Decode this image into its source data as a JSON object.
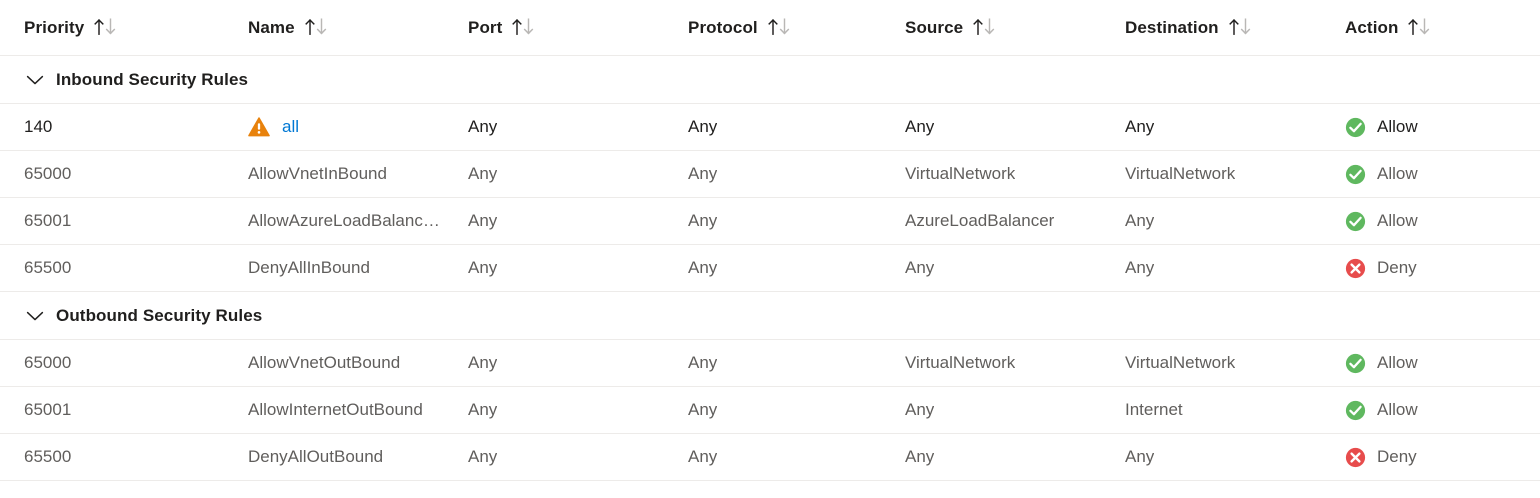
{
  "table": {
    "columns": [
      {
        "key": "priority",
        "label": "Priority",
        "sort_icon": "sort-updown-icon"
      },
      {
        "key": "name",
        "label": "Name",
        "sort_icon": "sort-updown-icon"
      },
      {
        "key": "port",
        "label": "Port",
        "sort_icon": "sort-updown-icon"
      },
      {
        "key": "protocol",
        "label": "Protocol",
        "sort_icon": "sort-updown-icon"
      },
      {
        "key": "source",
        "label": "Source",
        "sort_icon": "sort-updown-icon"
      },
      {
        "key": "destination",
        "label": "Destination",
        "sort_icon": "sort-updown-icon"
      },
      {
        "key": "action",
        "label": "Action",
        "sort_icon": "sort-updown-icon"
      }
    ],
    "groups": [
      {
        "title": "Inbound Security Rules",
        "expanded": true,
        "chevron_icon": "chevron-down-icon",
        "rows": [
          {
            "priority": "140",
            "name": "all",
            "name_is_link": true,
            "warning_icon": "warning-triangle-icon",
            "port": "Any",
            "protocol": "Any",
            "source": "Any",
            "destination": "Any",
            "action": "Allow",
            "action_icon": "check-circle-icon",
            "emphasis": true
          },
          {
            "priority": "65000",
            "name": "AllowVnetInBound",
            "name_is_link": false,
            "port": "Any",
            "protocol": "Any",
            "source": "VirtualNetwork",
            "destination": "VirtualNetwork",
            "action": "Allow",
            "action_icon": "check-circle-icon",
            "emphasis": false
          },
          {
            "priority": "65001",
            "name": "AllowAzureLoadBalanc…",
            "name_is_link": false,
            "port": "Any",
            "protocol": "Any",
            "source": "AzureLoadBalancer",
            "destination": "Any",
            "action": "Allow",
            "action_icon": "check-circle-icon",
            "emphasis": false
          },
          {
            "priority": "65500",
            "name": "DenyAllInBound",
            "name_is_link": false,
            "port": "Any",
            "protocol": "Any",
            "source": "Any",
            "destination": "Any",
            "action": "Deny",
            "action_icon": "cross-circle-icon",
            "emphasis": false
          }
        ]
      },
      {
        "title": "Outbound Security Rules",
        "expanded": true,
        "chevron_icon": "chevron-down-icon",
        "rows": [
          {
            "priority": "65000",
            "name": "AllowVnetOutBound",
            "name_is_link": false,
            "port": "Any",
            "protocol": "Any",
            "source": "VirtualNetwork",
            "destination": "VirtualNetwork",
            "action": "Allow",
            "action_icon": "check-circle-icon",
            "emphasis": false
          },
          {
            "priority": "65001",
            "name": "AllowInternetOutBound",
            "name_is_link": false,
            "port": "Any",
            "protocol": "Any",
            "source": "Any",
            "destination": "Internet",
            "action": "Allow",
            "action_icon": "check-circle-icon",
            "emphasis": false
          },
          {
            "priority": "65500",
            "name": "DenyAllOutBound",
            "name_is_link": false,
            "port": "Any",
            "protocol": "Any",
            "source": "Any",
            "destination": "Any",
            "action": "Deny",
            "action_icon": "cross-circle-icon",
            "emphasis": false
          }
        ]
      }
    ]
  },
  "colors": {
    "link": "#0078d4",
    "allow": "#5fb85f",
    "deny": "#e74c4c",
    "warning": "#e8820c",
    "text_primary": "#201f1e",
    "text_secondary": "#605e5c",
    "divider": "#edebe9"
  }
}
